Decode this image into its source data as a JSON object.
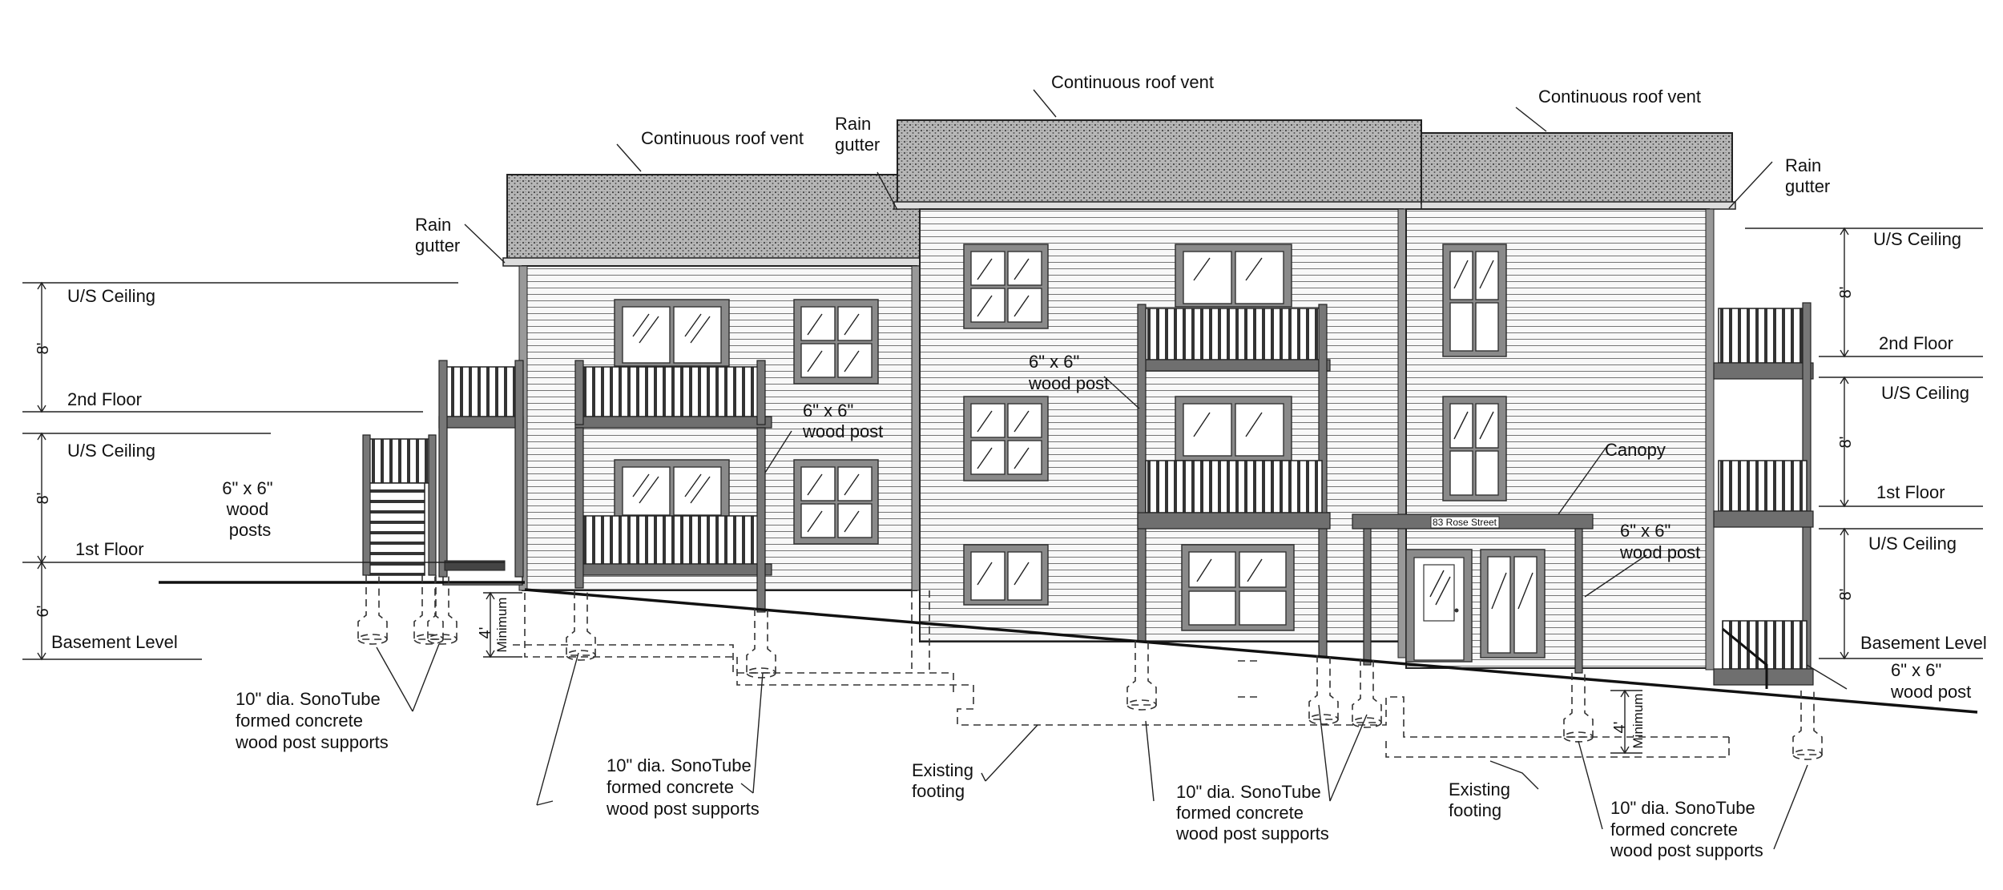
{
  "labels": {
    "roof_vent_left": "Continuous roof vent",
    "roof_vent_center": "Continuous roof vent",
    "roof_vent_right": "Continuous roof vent",
    "rain_gutter_left": [
      "Rain",
      "gutter"
    ],
    "rain_gutter_center": [
      "Rain",
      "gutter"
    ],
    "rain_gutter_right": [
      "Rain",
      "gutter"
    ],
    "wood_posts_left": [
      "6\" x 6\"",
      "wood",
      "posts"
    ],
    "wood_post_a": [
      "6\" x 6\"",
      "wood post"
    ],
    "wood_post_b": [
      "6\" x 6\"",
      "wood post"
    ],
    "wood_post_c": [
      "6\" x 6\"",
      "wood post"
    ],
    "wood_post_d": [
      "6\" x 6\"",
      "wood post"
    ],
    "canopy": "Canopy",
    "address_sign": "83 Rose Street",
    "sonotube_1": [
      "10\" dia. SonoTube",
      "formed concrete",
      "wood post supports"
    ],
    "sonotube_2": [
      "10\" dia. SonoTube",
      "formed concrete",
      "wood post supports"
    ],
    "sonotube_3": [
      "10\" dia. SonoTube",
      "formed concrete",
      "wood post supports"
    ],
    "sonotube_4": [
      "10\" dia. SonoTube",
      "formed concrete",
      "wood post supports"
    ],
    "footing_1": [
      "Existing",
      "footing"
    ],
    "footing_2": [
      "Existing",
      "footing"
    ]
  },
  "left_levels": {
    "us_ceiling_top": "U/S Ceiling",
    "second_floor": "2nd Floor",
    "us_ceiling_mid": "U/S Ceiling",
    "first_floor": "1st Floor",
    "basement": "Basement Level",
    "dim_upper": "8'",
    "dim_mid": "8'",
    "dim_lower": "6'",
    "min_depth": "4'",
    "min_label": "Minimum"
  },
  "right_levels": {
    "us_ceiling_top": "U/S Ceiling",
    "second_floor": "2nd Floor",
    "us_ceiling_mid": "U/S Ceiling",
    "first_floor": "1st Floor",
    "us_ceiling_low": "U/S Ceiling",
    "basement": "Basement Level",
    "dim_upper": "8'",
    "dim_mid": "8'",
    "dim_lower": "8'",
    "min_depth": "4'",
    "min_label": "Minimum"
  },
  "colors": {
    "ink": "#111111",
    "siding": "#f7f7f7",
    "trim": "#8a8a8a",
    "roof": "#9a9a9a"
  }
}
